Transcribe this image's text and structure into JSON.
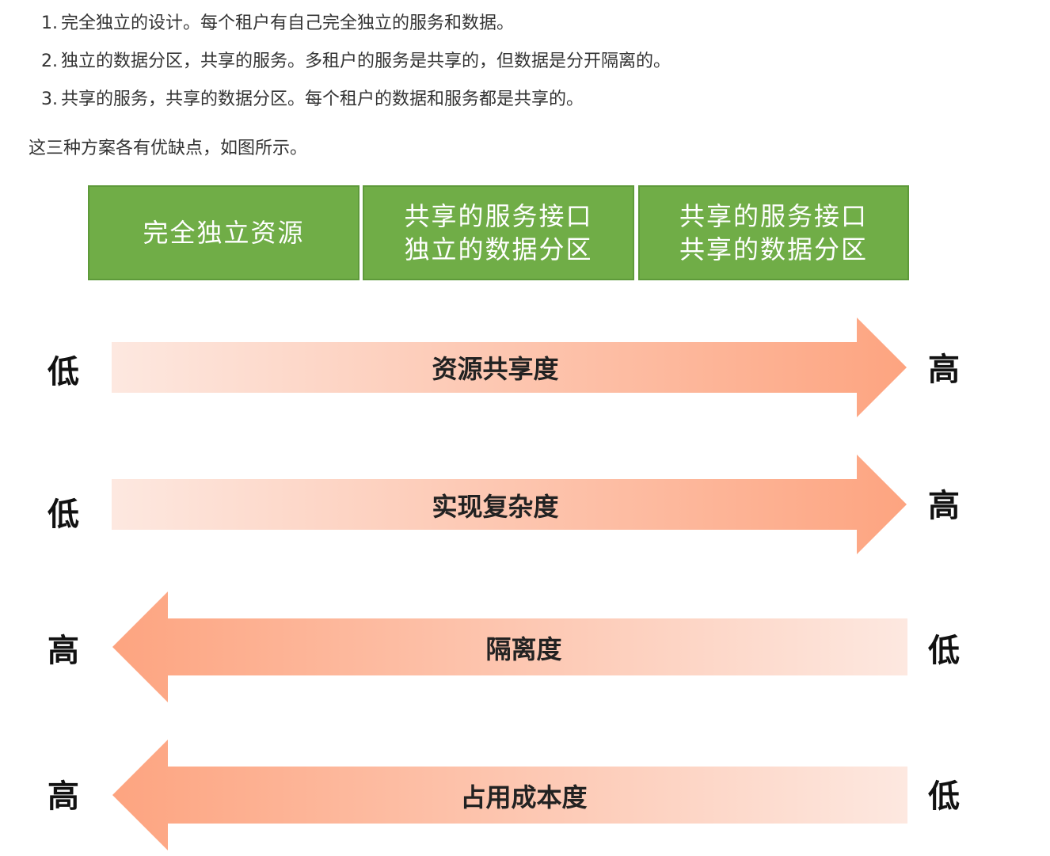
{
  "list": [
    {
      "num": "1.",
      "text": "完全独立的设计。每个租户有自己完全独立的服务和数据。"
    },
    {
      "num": "2.",
      "text": "独立的数据分区，共享的服务。多租户的服务是共享的，但数据是分开隔离的。"
    },
    {
      "num": "3.",
      "text": "共享的服务，共享的数据分区。每个租户的数据和服务都是共享的。"
    }
  ],
  "intro": "这三种方案各有优缺点，如图所示。",
  "figure": {
    "boxes": [
      {
        "line1": "完全独立资源",
        "line2": ""
      },
      {
        "line1": "共享的服务接口",
        "line2": "独立的数据分区"
      },
      {
        "line1": "共享的服务接口",
        "line2": "共享的数据分区"
      }
    ],
    "rows": [
      {
        "label": "资源共享度",
        "left": "低",
        "right": "高",
        "direction": "right"
      },
      {
        "label": "实现复杂度",
        "left": "低",
        "right": "高",
        "direction": "right"
      },
      {
        "label": "隔离度",
        "left": "高",
        "right": "低",
        "direction": "left"
      },
      {
        "label": "占用成本度",
        "left": "高",
        "right": "低",
        "direction": "left"
      }
    ],
    "colors": {
      "box_green": "#70ad47",
      "arrow_light": "#fde3da",
      "arrow_dark": "#fda882"
    }
  }
}
